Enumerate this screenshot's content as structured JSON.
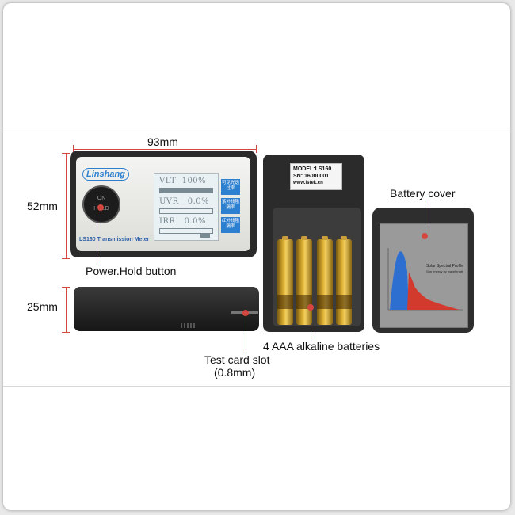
{
  "dimensions": {
    "width": "93mm",
    "height": "52mm",
    "thickness": "25mm"
  },
  "labels": {
    "power_button": "Power.Hold button",
    "test_card_slot_line1": "Test card slot",
    "test_card_slot_line2": "(0.8mm)",
    "batteries": "4 AAA alkaline batteries",
    "battery_cover": "Battery cover"
  },
  "device": {
    "brand": "Linshang",
    "model_label": "LS160 Transmission Meter",
    "button_on": "ON",
    "button_hold": "HOLD",
    "readings": [
      {
        "name": "VLT",
        "value": "100%",
        "tag": "可见光透过率"
      },
      {
        "name": "UVR",
        "value": "0.0%",
        "tag": "紫外线阻隔率"
      },
      {
        "name": "IRR",
        "value": "0.0%",
        "tag": "红外线阻隔率"
      }
    ]
  },
  "sticker": {
    "model": "MODEL:LS160",
    "serial": "SN: 16000001",
    "website": "www.lstek.cn"
  },
  "cover_plate": {
    "title": "Solar Spectral Profile",
    "subtitle": "Sun energy by wavelength"
  },
  "colors": {
    "dimension_line": "#d4473f",
    "brand_blue": "#2d7fd0"
  }
}
